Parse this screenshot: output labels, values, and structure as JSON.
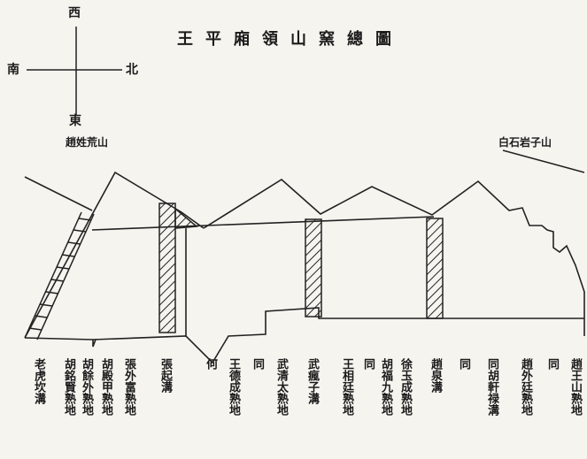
{
  "title": "王平廂領山窯總圖",
  "compass": {
    "top": "西",
    "left": "南",
    "right": "北",
    "bottom": "東"
  },
  "places": {
    "left_mountain": "趙姓荒山",
    "right_mountain": "白石岩子山"
  },
  "labels": [
    "老虎坎溝",
    "胡銘賢熟地",
    "胡餘外熟地",
    "胡殿甲熟地",
    "張外富熟地",
    "張起溝",
    "何",
    "王德成熟地",
    "同",
    "武清太熟地",
    "武瘋子溝",
    "王相廷熟地",
    "同",
    "胡福九熟地",
    "徐玉成熟地",
    "趙泉溝",
    "同",
    "同胡軒禄溝",
    "趙外廷熟地",
    "同",
    "趙王山熟地"
  ]
}
